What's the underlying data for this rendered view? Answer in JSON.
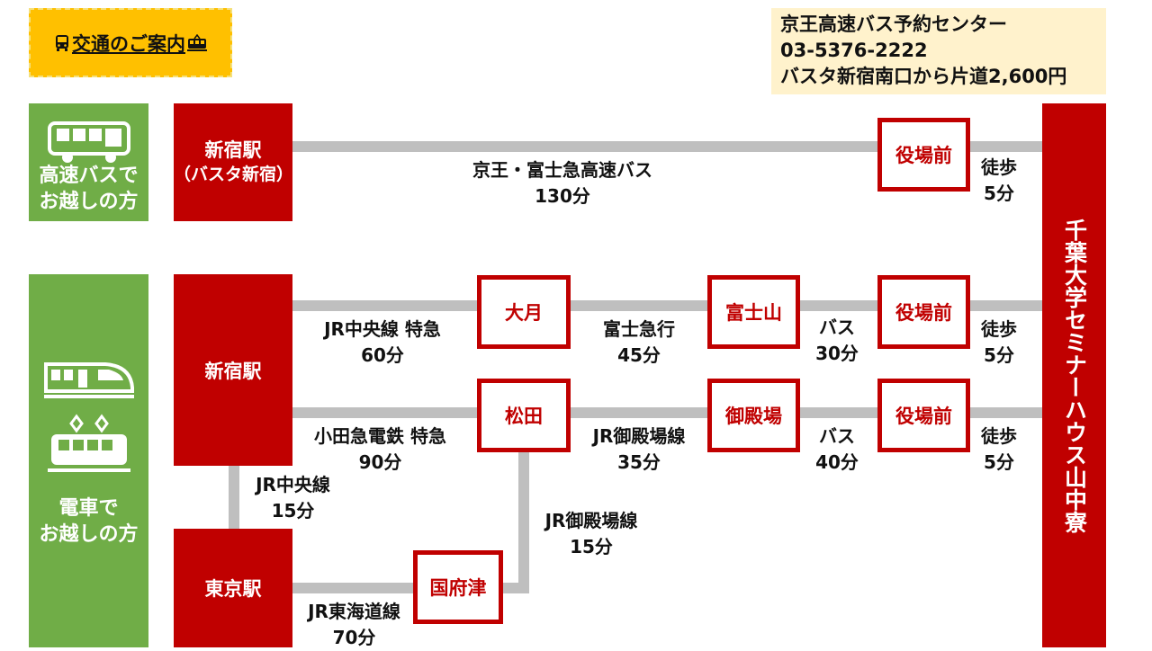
{
  "title": "交通のご案内",
  "info": {
    "line1": "京王高速バス予約センター",
    "line2": "03-5376-2222",
    "line3": "バスタ新宿南口から片道2,600円"
  },
  "categories": {
    "bus": "高速バスで\nお越しの方",
    "train": "電車で\nお越しの方"
  },
  "destination": "千葉大学セミナーハウス山中寮",
  "stations": {
    "shinjuku_busta_1": "新宿駅",
    "shinjuku_busta_2": "（バスタ新宿）",
    "shinjuku": "新宿駅",
    "tokyo": "東京駅"
  },
  "stops": {
    "yakubamae_bus": "役場前",
    "otsuki": "大月",
    "fujisan": "富士山",
    "yakubamae_1": "役場前",
    "matsuda": "松田",
    "gotemba": "御殿場",
    "yakubamae_2": "役場前",
    "kozu": "国府津"
  },
  "routes": {
    "bus_line": "京王・富士急高速バス",
    "bus_time": "130分",
    "walk_1_mode": "徒歩",
    "walk_1_time": "5分",
    "chuo_ltd_line": "JR中央線 特急",
    "chuo_ltd_time": "60分",
    "fujikyu_line": "富士急行",
    "fujikyu_time": "45分",
    "bus_a_line": "バス",
    "bus_a_time": "30分",
    "walk_2_mode": "徒歩",
    "walk_2_time": "5分",
    "odakyu_line": "小田急電鉄 特急",
    "odakyu_time": "90分",
    "gotemba_line_a": "JR御殿場線",
    "gotemba_time_a": "35分",
    "bus_b_line": "バス",
    "bus_b_time": "40分",
    "walk_3_mode": "徒歩",
    "walk_3_time": "5分",
    "chuo_line": "JR中央線",
    "chuo_time": "15分",
    "gotemba_line_b": "JR御殿場線",
    "gotemba_time_b": "15分",
    "tokaido_line": "JR東海道線",
    "tokaido_time": "70分"
  },
  "colors": {
    "red": "#c00000",
    "green": "#70ad47",
    "orange": "#ffc000",
    "cream": "#fff2cc",
    "line": "#bfbfbf"
  },
  "icons": [
    "bus-icon",
    "train-icon",
    "shinkansen-icon",
    "tram-icon"
  ]
}
